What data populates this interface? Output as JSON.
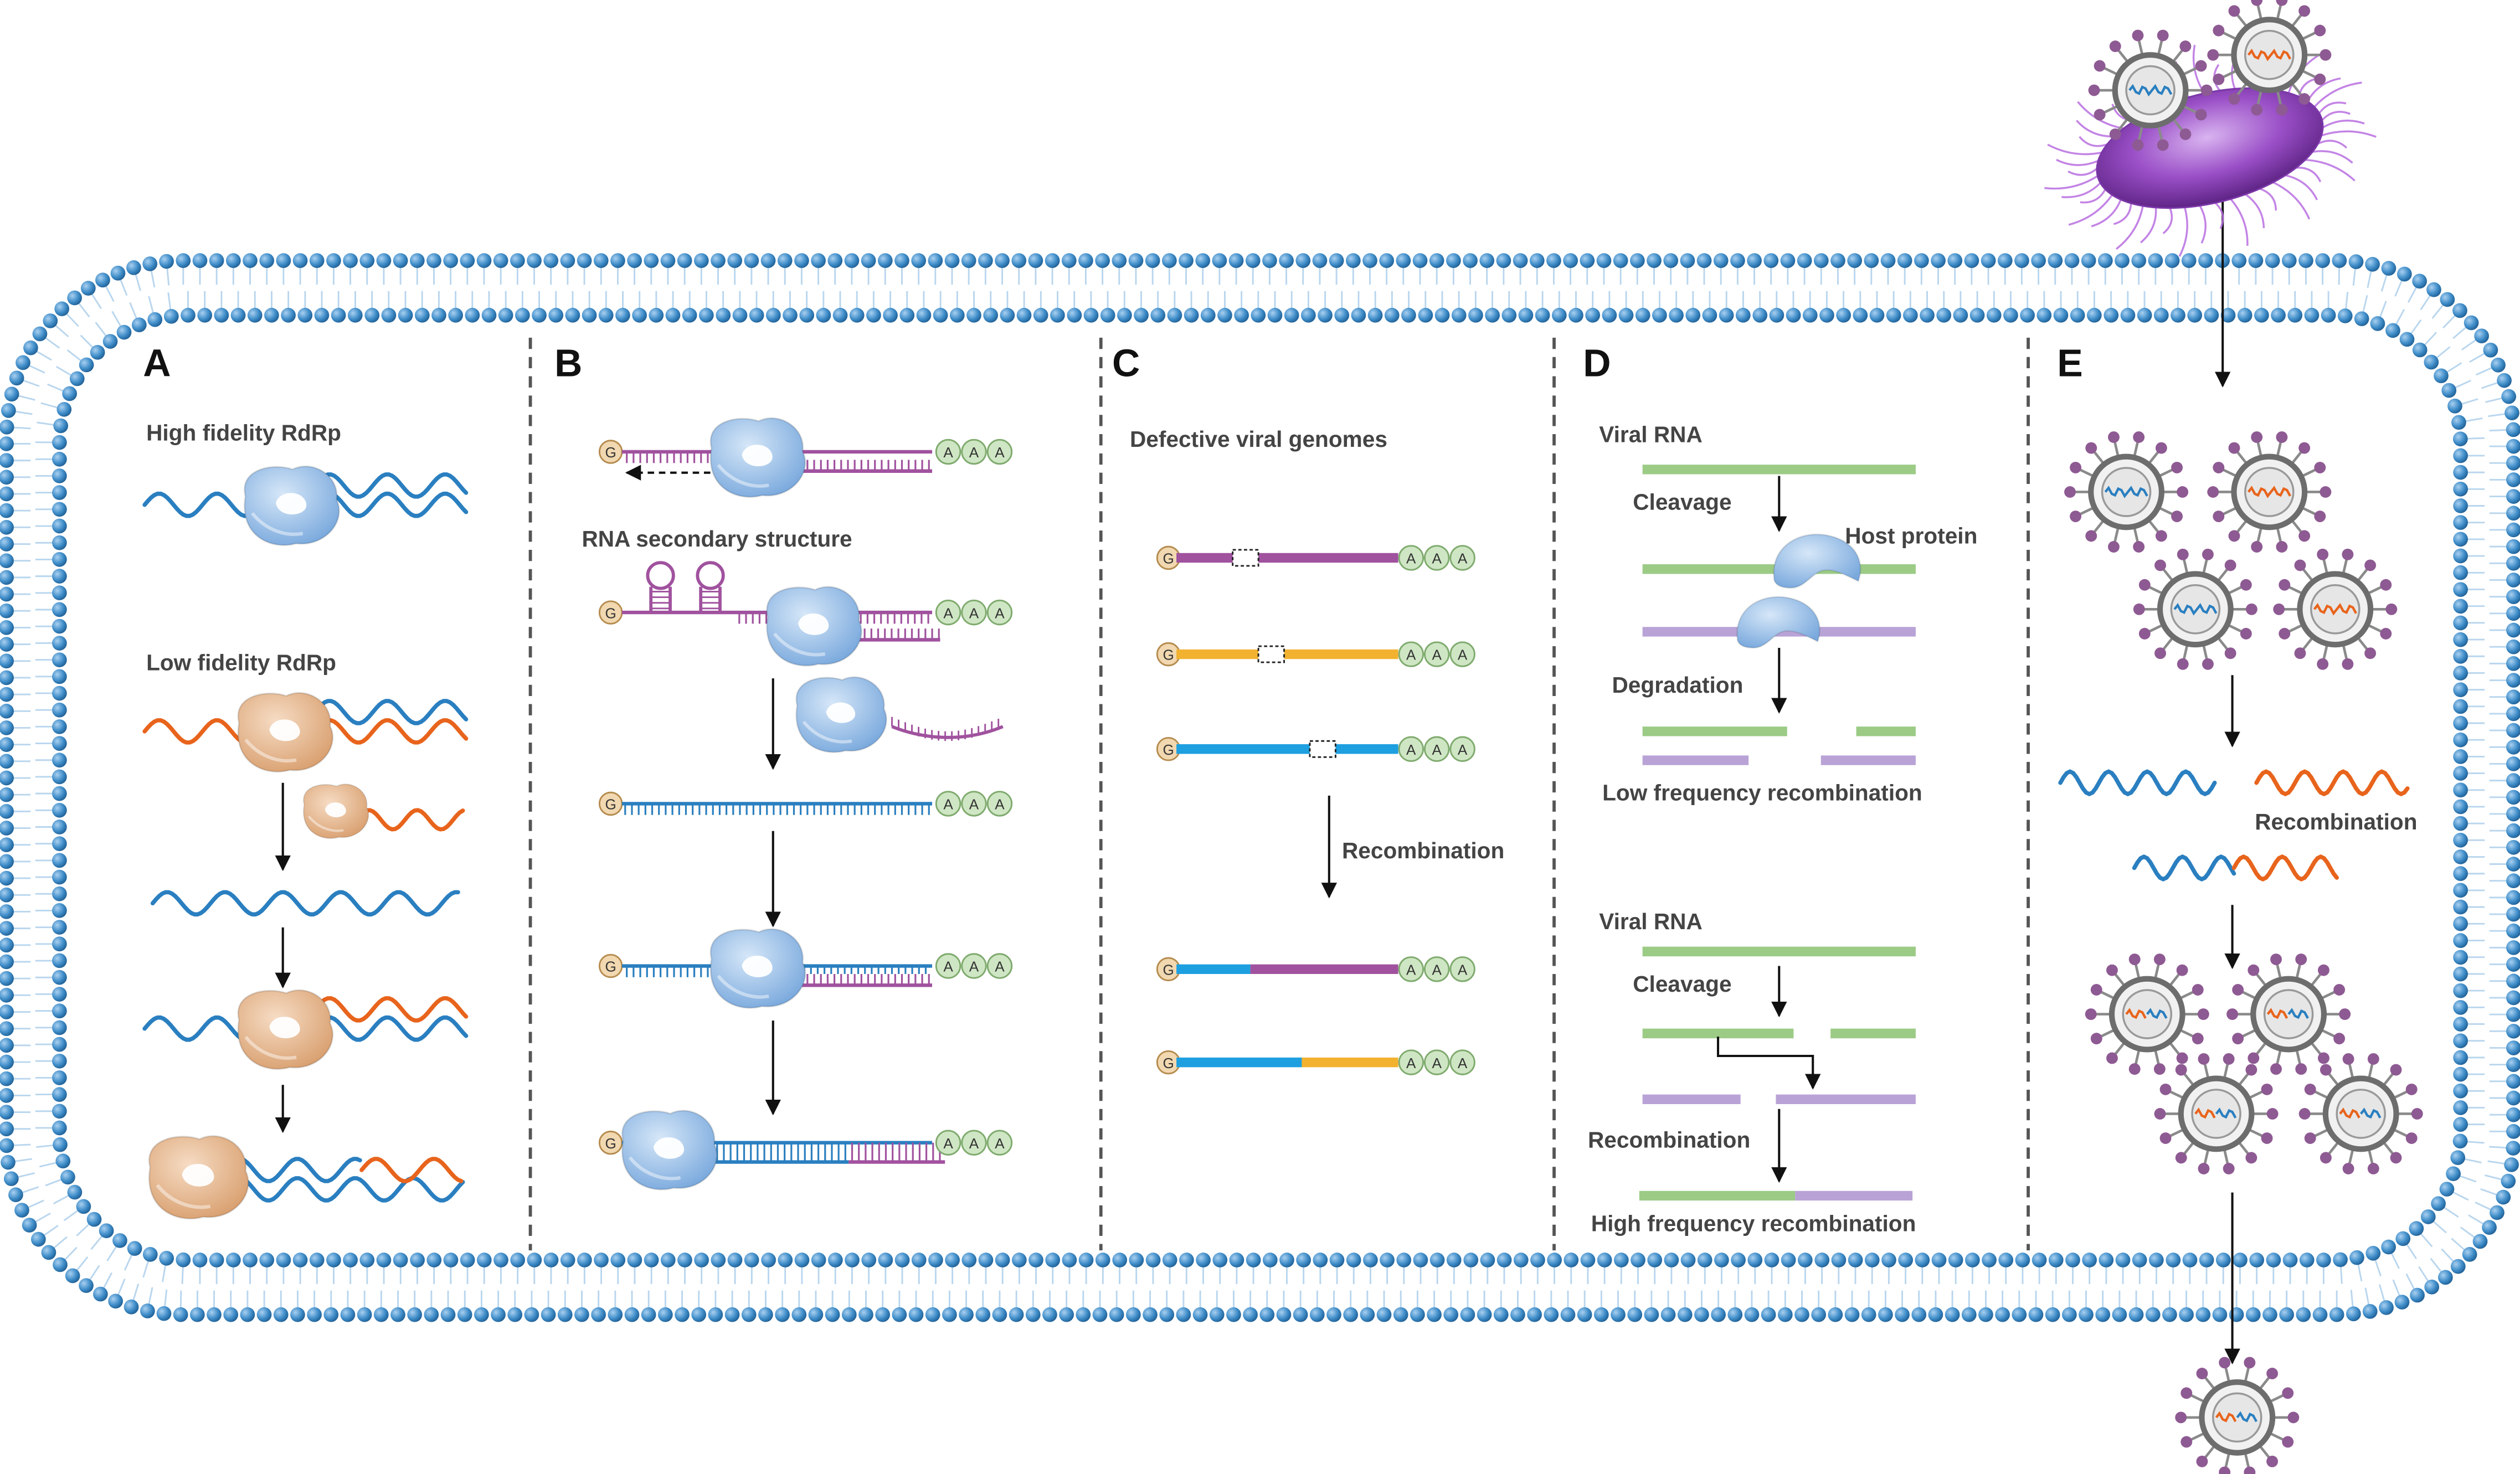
{
  "colors": {
    "membrane_head": "#3f8dc9",
    "membrane_tail": "#b9d6ee",
    "blue_rna": "#2a7fc0",
    "orange_rna": "#e8641c",
    "purple_rna": "#a0529e",
    "yellow_rna": "#f2b230",
    "cyan_rna": "#1e9fe0",
    "green_rna": "#9ccb86",
    "lilac_rna": "#b9a3d6",
    "rdrp_high": "#9cc0ea",
    "rdrp_low": "#e6b690",
    "host_protein": "#8fb8e4",
    "cap_fill": "#f1d8b0",
    "polya_fill": "#cfe6c4",
    "bacterium": "#9a4fc7"
  },
  "panels": {
    "A": {
      "label": "A",
      "high_fidelity": "High fidelity RdRp",
      "low_fidelity": "Low fidelity RdRp"
    },
    "B": {
      "label": "B",
      "secondary_structure": "RNA secondary structure"
    },
    "C": {
      "label": "C",
      "title": "Defective viral genomes",
      "recombination": "Recombination"
    },
    "D": {
      "label": "D",
      "viral_rna_1": "Viral RNA",
      "cleavage_1": "Cleavage",
      "host_protein": "Host protein",
      "degradation": "Degradation",
      "low_freq": "Low frequency recombination",
      "viral_rna_2": "Viral RNA",
      "cleavage_2": "Cleavage",
      "recombination": "Recombination",
      "high_freq": "High frequency recombination"
    },
    "E": {
      "label": "E",
      "recombination": "Recombination"
    }
  },
  "genome_markers": {
    "cap": "G",
    "polya": [
      "A",
      "A",
      "A"
    ]
  },
  "icons": [
    "lipid-bilayer-membrane",
    "rdrp-polymerase-icon",
    "virion-icon",
    "bacterium-icon",
    "host-protein-icon"
  ]
}
